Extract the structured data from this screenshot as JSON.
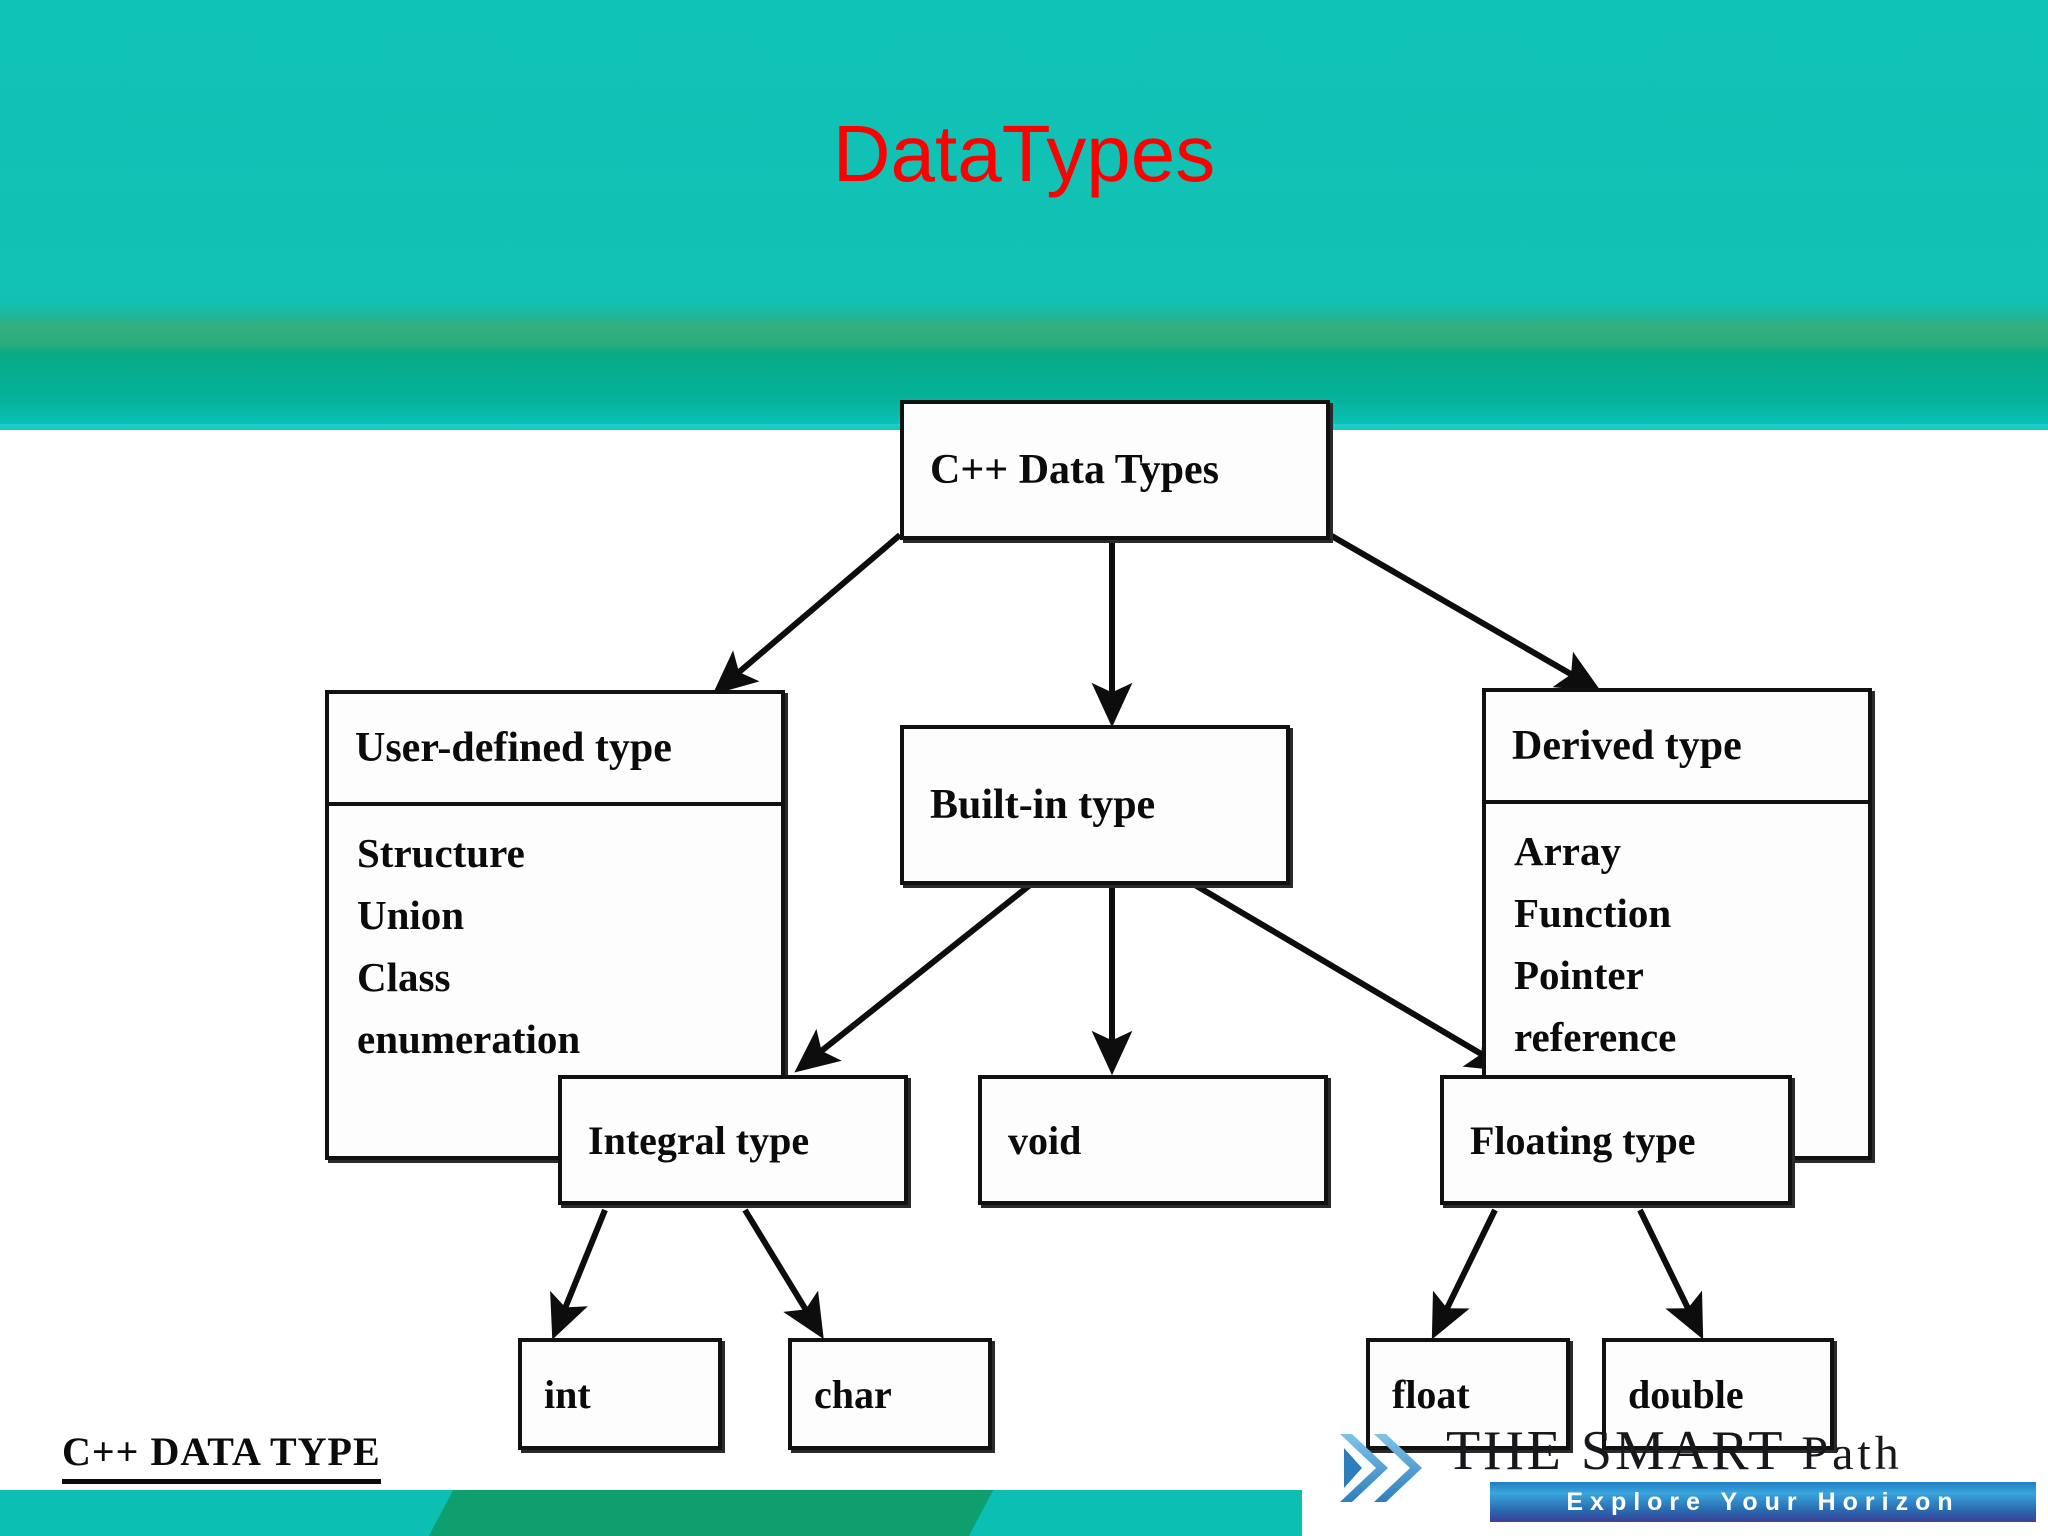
{
  "slide": {
    "title": "DataTypes",
    "title_color": "#FF0000",
    "header_color": "#0FC3B6",
    "accent_green": "#0F9E6E"
  },
  "diagram": {
    "root": {
      "label": "C++ Data Types"
    },
    "user_defined": {
      "header": "User-defined type",
      "items": [
        "Structure",
        "Union",
        "Class",
        "enumeration"
      ]
    },
    "built_in": {
      "label": "Built-in type"
    },
    "derived": {
      "header": "Derived type",
      "items": [
        "Array",
        "Function",
        "Pointer",
        "reference"
      ]
    },
    "integral": {
      "label": "Integral type"
    },
    "void": {
      "label": "void"
    },
    "floating": {
      "label": "Floating type"
    },
    "int": {
      "label": "int"
    },
    "char": {
      "label": "char"
    },
    "float": {
      "label": "float"
    },
    "double": {
      "label": "double"
    }
  },
  "footer": {
    "caption": "C++ DATA TYPE"
  },
  "logo": {
    "brand_bold": "THE SMART",
    "brand_light": "Path",
    "tagline": "Explore Your Horizon"
  }
}
